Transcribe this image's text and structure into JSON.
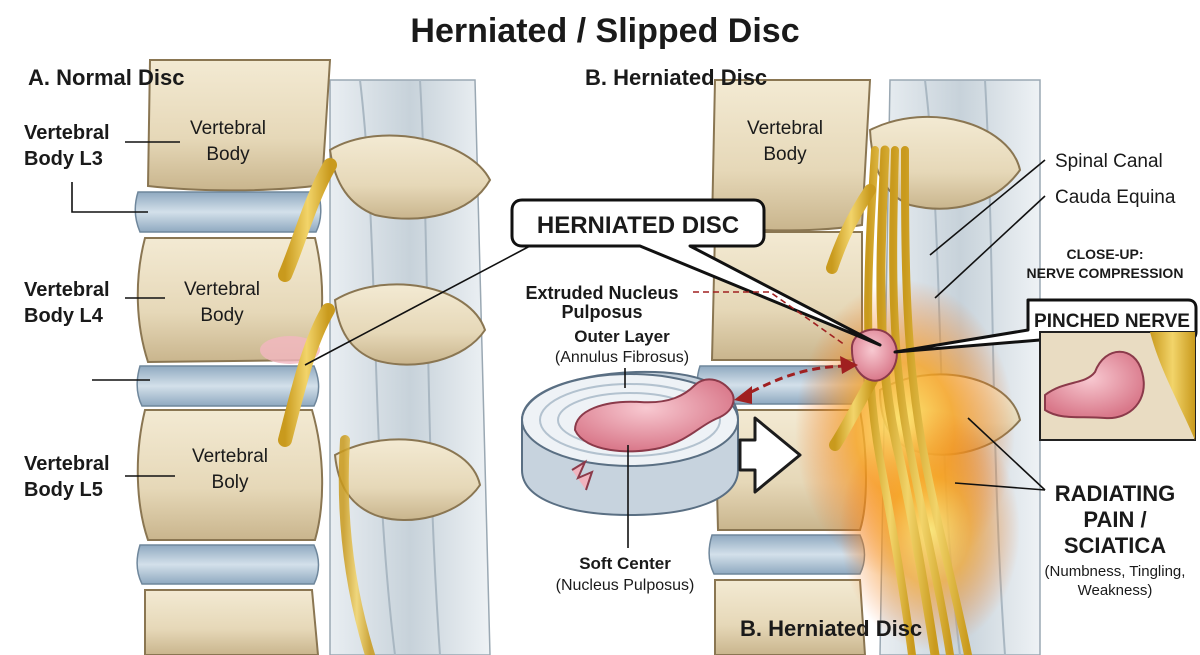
{
  "title": "Herniated / Slipped Disc",
  "panel_a": {
    "heading": "A. Normal Disc",
    "labels": {
      "l3_line1": "Vertebral",
      "l3_line2": "Body L3",
      "l4_line1": "Vertebral",
      "l4_line2": "Body L4",
      "l5_line1": "Vertebral",
      "l5_line2": "Body L5"
    },
    "inner": {
      "v1_line1": "Vertebral",
      "v1_line2": "Body",
      "v2_line1": "Vertebral",
      "v2_line2": "Body",
      "v3_line1": "Vertebral",
      "v3_line2": "Boly"
    }
  },
  "panel_b": {
    "heading": "B. Herniated Disc",
    "bottom_heading": "B. Herniated Disc",
    "inner": {
      "v1_line1": "Vertebral",
      "v1_line2": "Body"
    },
    "callout": "HERNIATED DISC",
    "extruded_line1": "Extruded Nucleus",
    "extruded_line2": "Pulposus",
    "outer_layer": "Outer Layer",
    "outer_layer_sub": "(Annulus Fibrosus)",
    "soft_center": "Soft Center",
    "soft_center_sub": "(Nucleus Pulposus)",
    "spinal_canal": "Spinal Canal",
    "cauda_equina": "Cauda Equina",
    "closeup_line1": "CLOSE-UP:",
    "closeup_line2": "NERVE COMPRESSION",
    "pinched_nerve": "PINCHED NERVE",
    "radiating_line1": "RADIATING",
    "radiating_line2": "PAIN /",
    "radiating_line3": "SCIATICA",
    "symptoms_line1": "(Numbness, Tingling,",
    "symptoms_line2": "Weakness)"
  },
  "colors": {
    "bone": "#e8dcc0",
    "bone_shade": "#c9b68f",
    "disc": "#aec4d6",
    "nerve": "#e8c24a",
    "nucleus": "#e79aa8",
    "pain": "#f59a1c",
    "accent_red": "#a02020"
  }
}
